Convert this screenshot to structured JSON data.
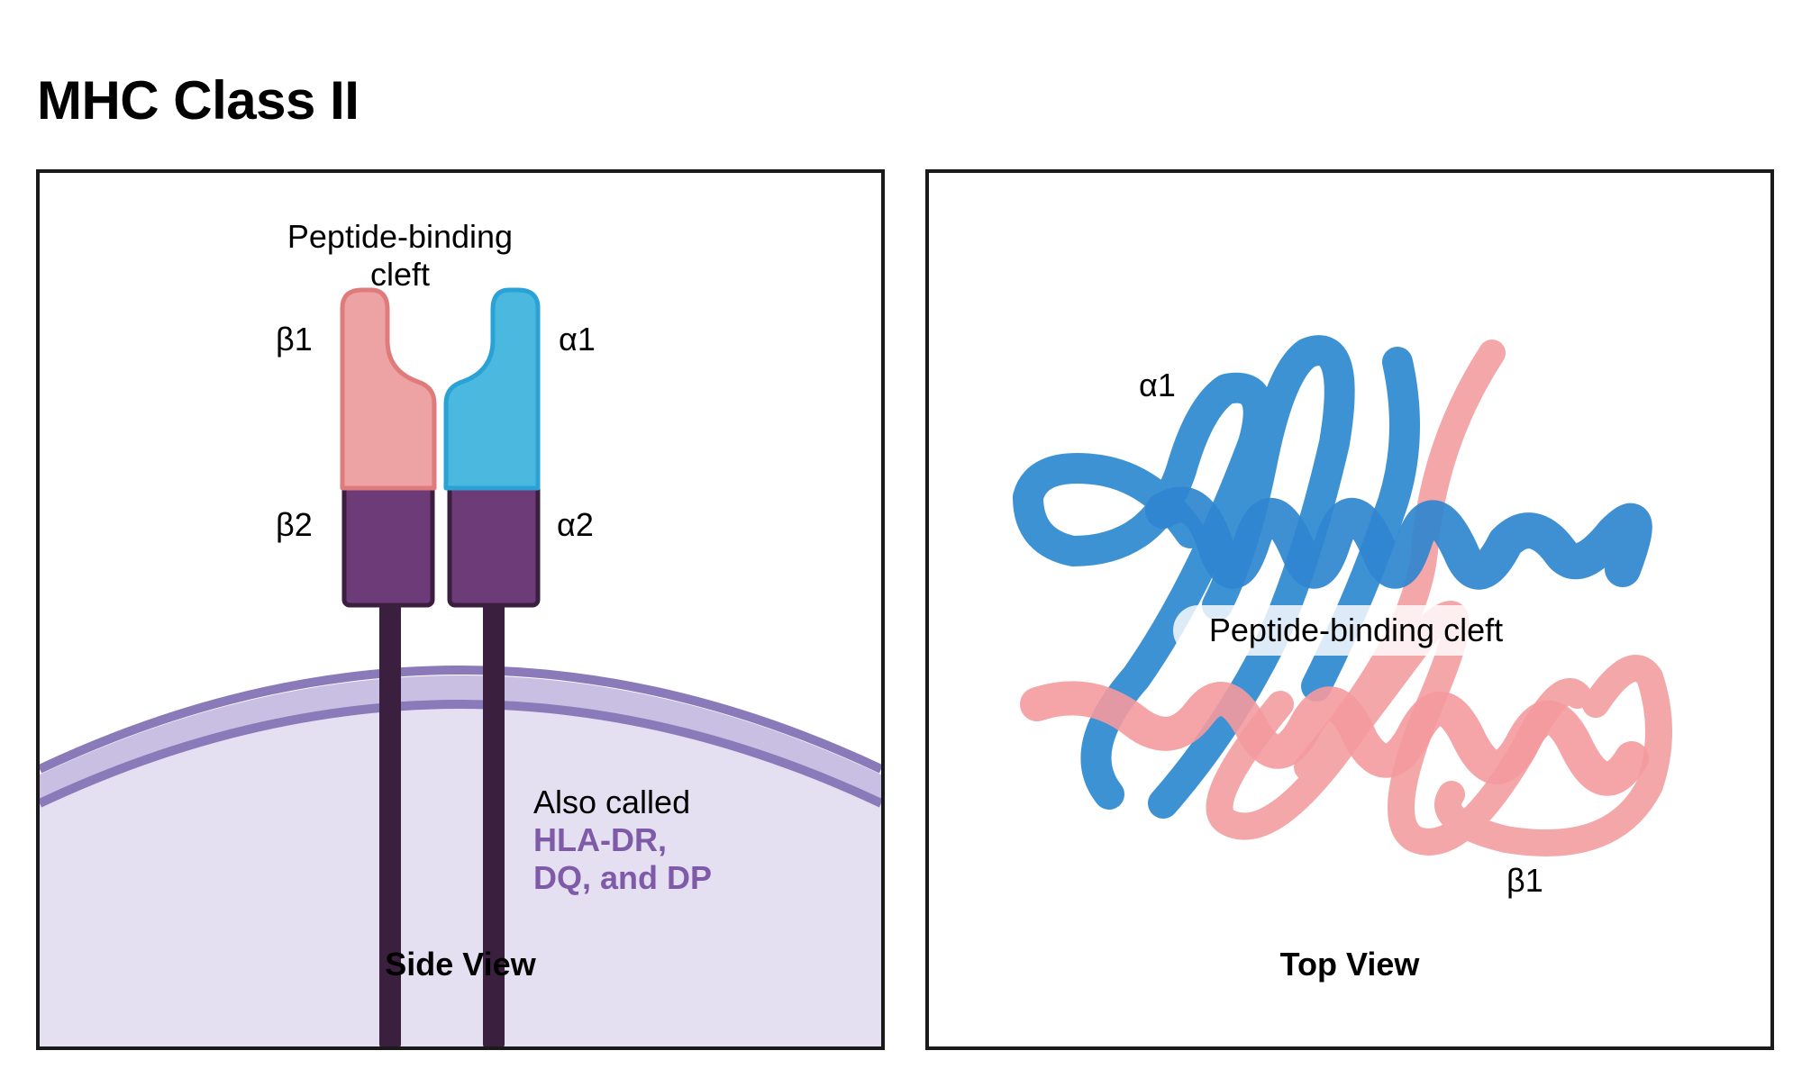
{
  "title": "MHC Class II",
  "side_view": {
    "caption": "Side View",
    "cleft_label_line1": "Peptide-binding",
    "cleft_label_line2": "cleft",
    "beta1": "β1",
    "alpha1": "α1",
    "beta2": "β2",
    "alpha2": "α2",
    "note_line1": "Also called",
    "note_line2": "HLA-DR,",
    "note_line3": "DQ, and DP"
  },
  "top_view": {
    "caption": "Top View",
    "alpha1": "α1",
    "beta1": "β1",
    "cleft_label": "Peptide-binding cleft"
  },
  "colors": {
    "beta_domain": "#eda3a3",
    "beta_outline": "#e07b7b",
    "alpha_domain": "#4bb8e0",
    "alpha_outline": "#2aa2d6",
    "constant_domain": "#6d3b78",
    "transmembrane": "#3a1f3f",
    "membrane": "#8a7ab9",
    "cytoplasm": "#e4dff1",
    "alpha_chain_top": "#3d92d4",
    "beta_chain_top": "#f4a7a8",
    "note_accent": "#7e5aa8"
  }
}
